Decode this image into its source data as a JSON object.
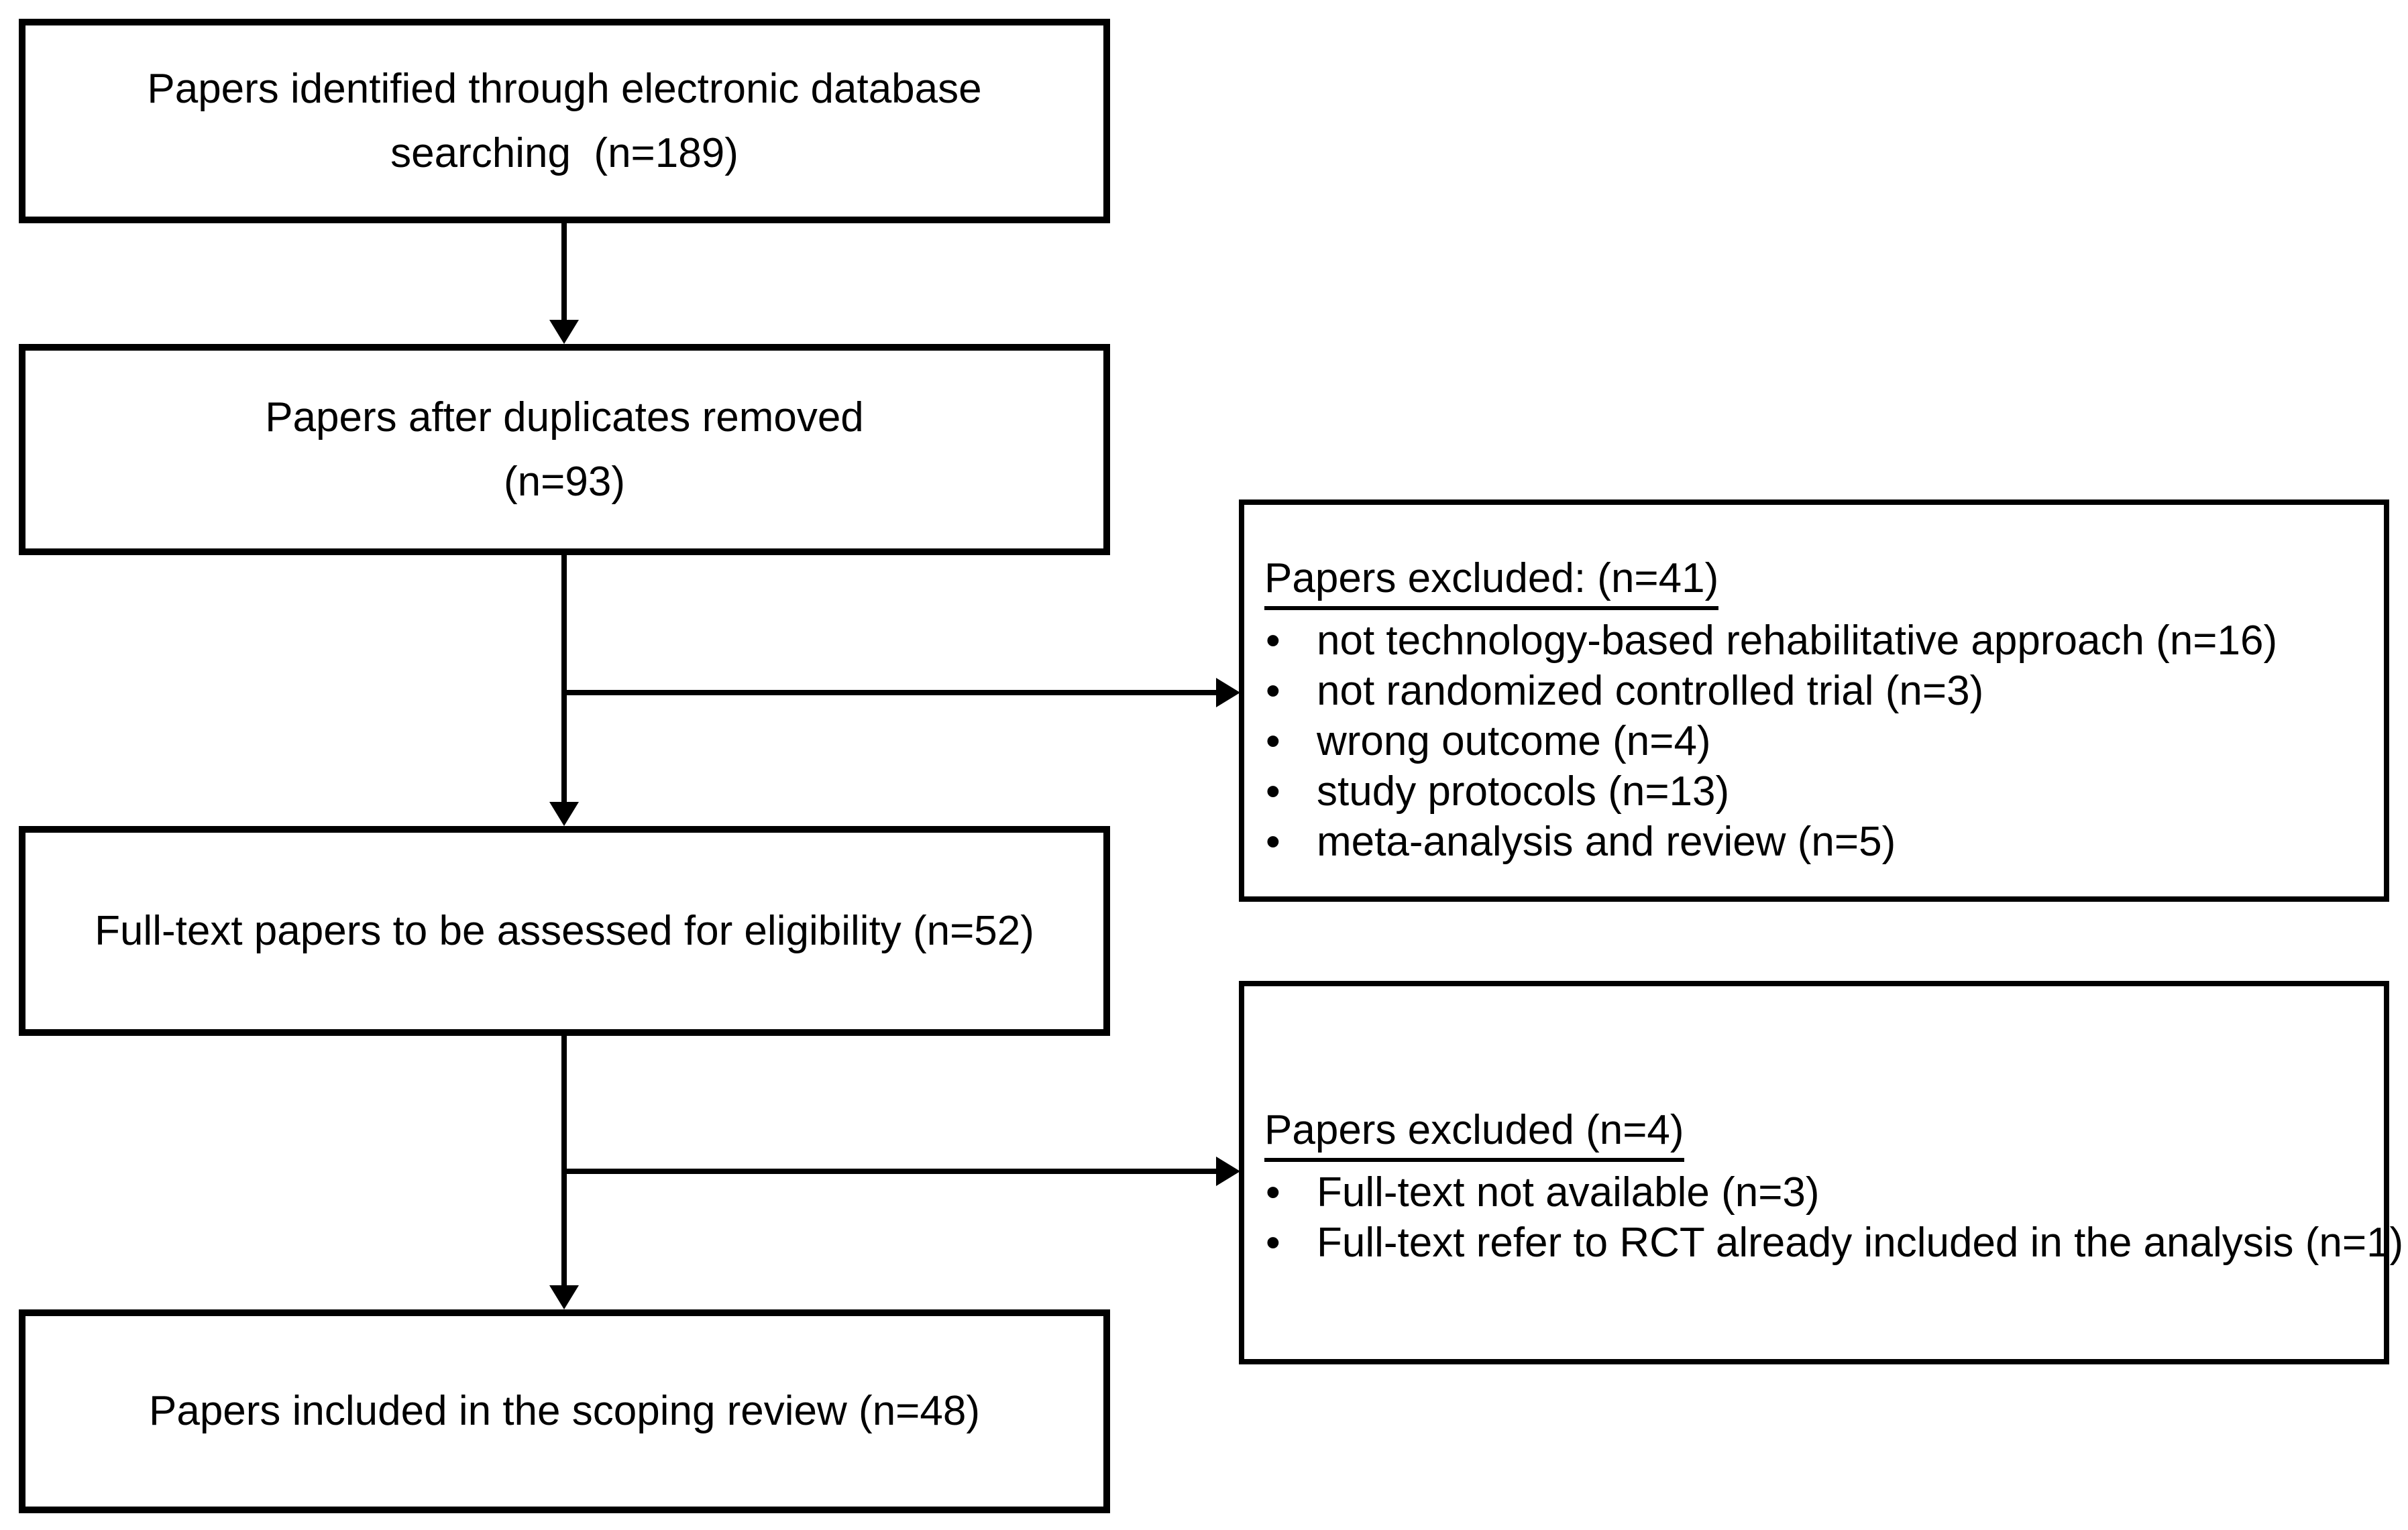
{
  "flow": {
    "box_identified": {
      "line1": "Papers identified through electronic database",
      "line2": "searching  (n=189)"
    },
    "box_duplicates": {
      "line1": "Papers after duplicates removed",
      "line2": "(n=93)"
    },
    "box_fulltext": {
      "text": "Full-text papers to be assessed for eligibility (n=52)"
    },
    "box_included": {
      "text": "Papers included in the scoping review (n=48)"
    },
    "excluded1": {
      "title": "Papers excluded: (n=41)",
      "items": [
        "not technology-based rehabilitative approach (n=16)",
        "not randomized controlled trial (n=3)",
        "wrong outcome (n=4)",
        "study protocols (n=13)",
        "meta-analysis and review (n=5)"
      ]
    },
    "excluded2": {
      "title": "Papers excluded (n=4)",
      "items": [
        "Full-text not available (n=3)",
        "Full-text refer to RCT already included in the analysis (n=1)"
      ]
    }
  },
  "colors": {
    "line": "#000000",
    "background": "#ffffff",
    "text": "#000000"
  }
}
